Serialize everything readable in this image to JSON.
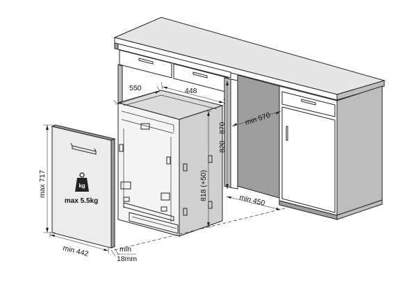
{
  "labels": {
    "depth": "550",
    "width": "448",
    "min_depth": "min 570",
    "height_range": "820 - 870",
    "appliance_height": "818 (+50)",
    "min_floor": "min 450",
    "panel_height": "max 717",
    "panel_weight": "max 5.5kg",
    "weight_unit": "kg",
    "panel_width": "min 442",
    "panel_gap_min": "min",
    "panel_gap_value": "18mm"
  }
}
